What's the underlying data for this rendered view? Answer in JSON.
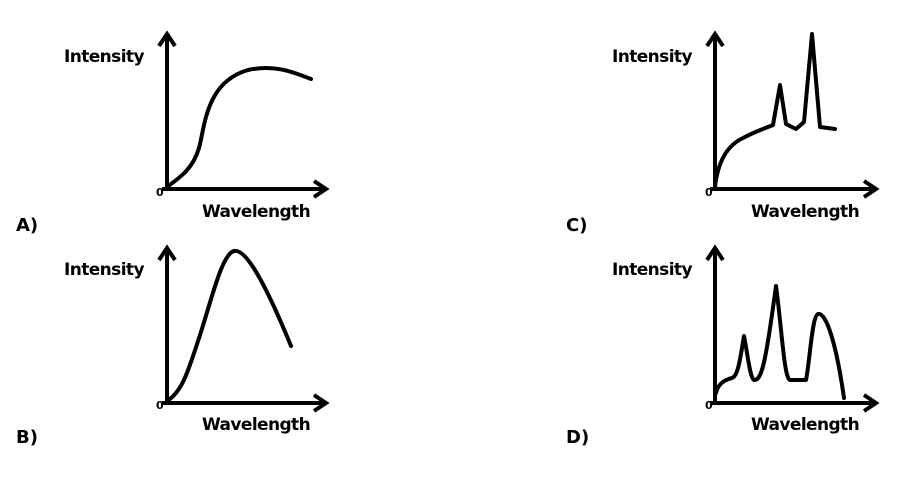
{
  "panels": [
    {
      "letter": "A)",
      "ylabel": "Intensity",
      "xlabel": "Wavelength",
      "origin": "0",
      "curve": "smooth sigmoid rise then gentle decline"
    },
    {
      "letter": "B)",
      "ylabel": "Intensity",
      "xlabel": "Wavelength",
      "origin": "0",
      "curve": "single broad peak"
    },
    {
      "letter": "C)",
      "ylabel": "Intensity",
      "xlabel": "Wavelength",
      "origin": "0",
      "curve": "continuum with two sharp peaks"
    },
    {
      "letter": "D)",
      "ylabel": "Intensity",
      "xlabel": "Wavelength",
      "origin": "0",
      "curve": "three distinct emission peaks"
    }
  ],
  "colors": {
    "ink": "#000000",
    "background": "#ffffff"
  }
}
